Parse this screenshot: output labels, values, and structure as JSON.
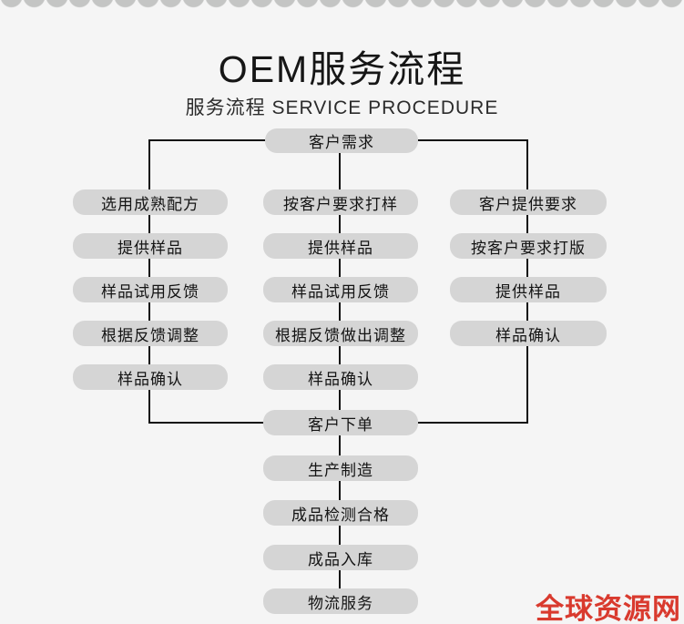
{
  "page": {
    "title": "OEM服务流程",
    "subtitle": "服务流程 SERVICE PROCEDURE",
    "watermark": "全球资源网"
  },
  "colors": {
    "background": "#f5f5f5",
    "node_fill": "#d5d5d5",
    "node_text": "#141414",
    "connector_line": "#121212",
    "torn_edge_gray": "#c4c5c4",
    "watermark_red": "#d93a2e"
  },
  "flowchart": {
    "top_node": {
      "label": "客户需求"
    },
    "columns": [
      {
        "name": "left",
        "nodes": [
          "选用成熟配方",
          "提供样品",
          "样品试用反馈",
          "根据反馈调整",
          "样品确认"
        ]
      },
      {
        "name": "middle",
        "nodes": [
          "按客户要求打样",
          "提供样品",
          "样品试用反馈",
          "根据反馈做出调整",
          "样品确认"
        ]
      },
      {
        "name": "right",
        "nodes": [
          "客户提供要求",
          "按客户要求打版",
          "提供样品",
          "样品确认"
        ]
      }
    ],
    "bottom_nodes": [
      "客户下单",
      "生产制造",
      "成品检测合格",
      "成品入库",
      "物流服务"
    ]
  }
}
